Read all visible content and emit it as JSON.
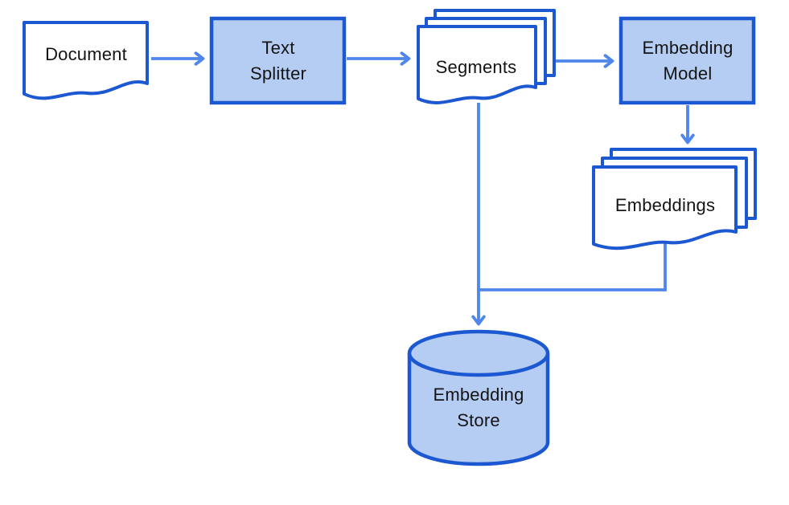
{
  "diagram": {
    "description": "Flowchart of a document embedding pipeline",
    "background_color": "#ffffff",
    "colors": {
      "node_fill": "#b6cdf3",
      "node_border": "#1b58d1",
      "document_fill": "#ffffff",
      "connector": "#4e86ec",
      "label_text": "#141414"
    },
    "nodes": [
      {
        "id": "document",
        "type": "document",
        "label": "Document"
      },
      {
        "id": "text-splitter",
        "type": "process",
        "label": "Text\nSplitter"
      },
      {
        "id": "segments",
        "type": "multi-document",
        "label": "Segments"
      },
      {
        "id": "embedding-model",
        "type": "process",
        "label": "Embedding\nModel"
      },
      {
        "id": "embeddings",
        "type": "multi-document",
        "label": "Embeddings"
      },
      {
        "id": "embedding-store",
        "type": "database",
        "label": "Embedding\nStore"
      }
    ],
    "edges": [
      {
        "from": "document",
        "to": "text-splitter",
        "style": "arrow"
      },
      {
        "from": "text-splitter",
        "to": "segments",
        "style": "arrow"
      },
      {
        "from": "segments",
        "to": "embedding-model",
        "style": "arrow"
      },
      {
        "from": "embedding-model",
        "to": "embeddings",
        "style": "arrow"
      },
      {
        "from": "segments",
        "to": "embedding-store",
        "style": "arrow"
      },
      {
        "from": "embeddings",
        "to": "embedding-store",
        "style": "elbow-joins-segments-line"
      }
    ]
  }
}
